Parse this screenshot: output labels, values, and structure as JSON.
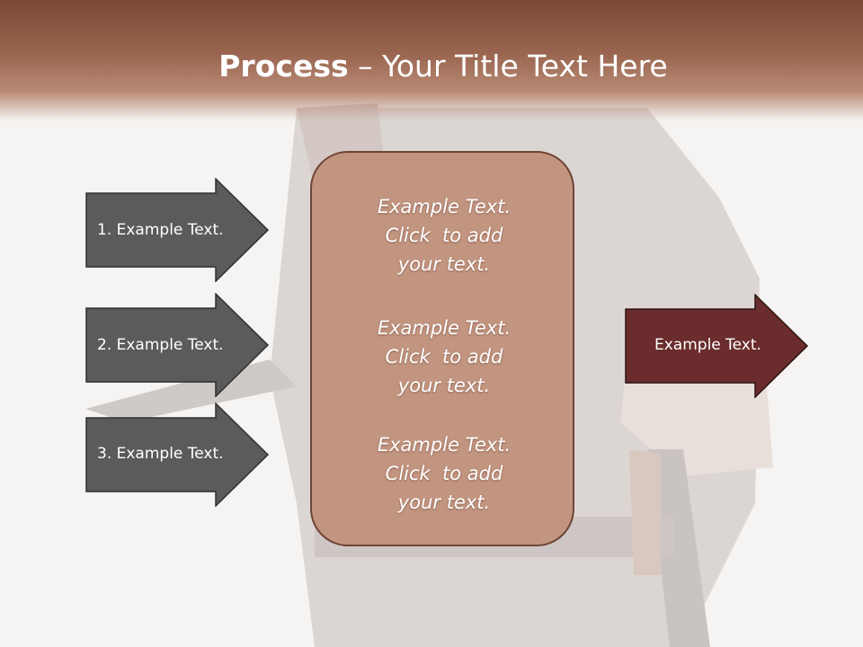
{
  "slide": {
    "title_bold": "Process",
    "title_rest": " – Your Title Text Here"
  },
  "left_arrows": [
    {
      "label": "1. Example Text."
    },
    {
      "label": "2. Example Text."
    },
    {
      "label": "3. Example Text."
    }
  ],
  "center_box": {
    "blocks": [
      {
        "lines": [
          "Example Text.",
          "Click  to add",
          "your text."
        ]
      },
      {
        "lines": [
          "Example Text.",
          "Click  to add",
          "your text."
        ]
      },
      {
        "lines": [
          "Example Text.",
          "Click  to add",
          "your text."
        ]
      }
    ]
  },
  "right_arrow": {
    "label": "Example Text."
  },
  "colors": {
    "header": "#8a5640",
    "left_arrow_fill": "#5b5b5b",
    "center_box_fill": "#c29580",
    "right_arrow_fill": "#6a2c2c"
  }
}
